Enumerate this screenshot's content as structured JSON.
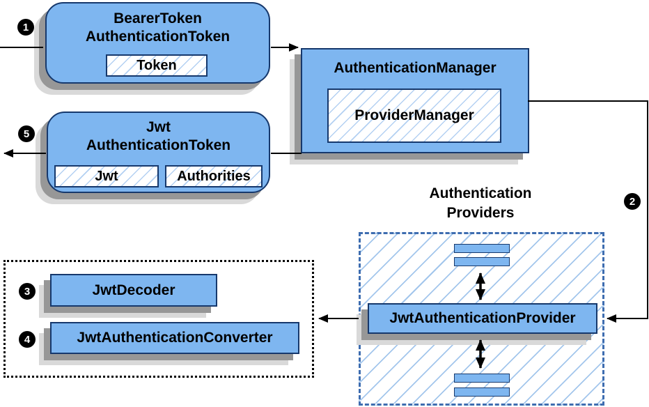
{
  "nodes": {
    "bearer_token": {
      "line1": "BearerToken",
      "line2": "AuthenticationToken",
      "field": "Token"
    },
    "authentication_manager": {
      "title": "AuthenticationManager",
      "field": "ProviderManager"
    },
    "jwt_authentication_token": {
      "line1": "Jwt",
      "line2": "AuthenticationToken",
      "field1": "Jwt",
      "field2": "Authorities"
    },
    "providers_group": {
      "line1": "Authentication",
      "line2": "Providers"
    },
    "jwt_authentication_provider": {
      "title": "JwtAuthenticationProvider"
    },
    "jwt_decoder": {
      "title": "JwtDecoder"
    },
    "jwt_authentication_converter": {
      "title": "JwtAuthenticationConverter"
    }
  },
  "badges": {
    "step1": "1",
    "step2": "2",
    "step3": "3",
    "step4": "4",
    "step5": "5"
  },
  "colors": {
    "node_fill": "#7eb6f0",
    "node_border": "#16386c",
    "hatch_line": "#a3c6ec",
    "dashed_group_border": "#3e6db0",
    "dotted_group_border": "#000000",
    "arrow": "#000000",
    "shadow_dark": "#979797",
    "shadow_light": "#d9d9d9"
  }
}
